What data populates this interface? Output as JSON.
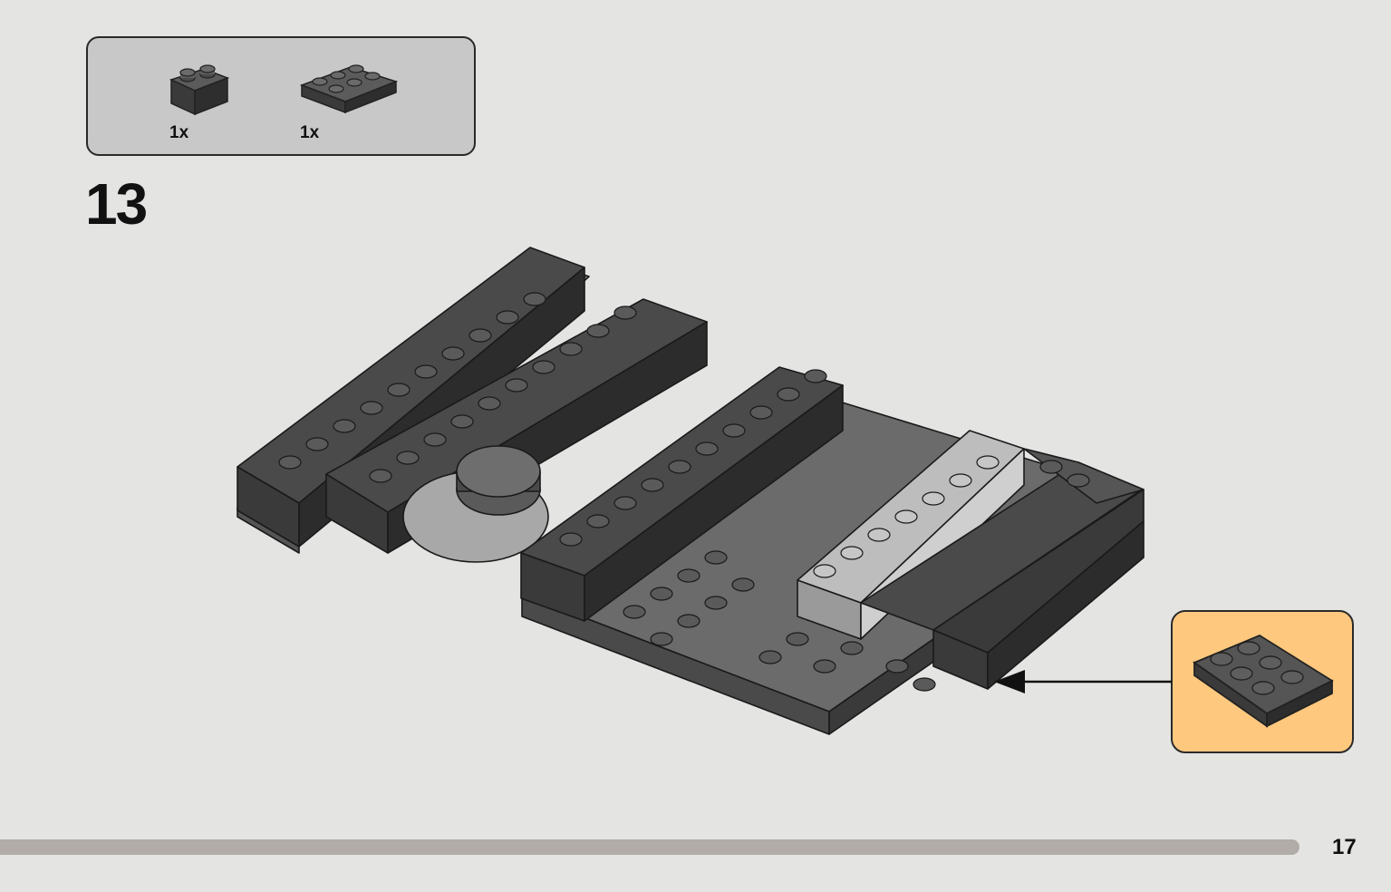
{
  "parts_list": {
    "items": [
      {
        "name": "brick-1x2",
        "qty": "1x"
      },
      {
        "name": "plate-2x3",
        "qty": "1x"
      }
    ]
  },
  "step": {
    "number": "13"
  },
  "callout": {
    "part": "plate-2x3"
  },
  "footer": {
    "page_number": "17"
  },
  "colors": {
    "background": "#e4e4e3",
    "parts_box": "#c8c8c8",
    "callout_bg": "#fec97f",
    "dark_gray": "#3f3f3f",
    "medium_gray": "#5a5a5a",
    "light_gray": "#b9b9b9",
    "progress": "#b1aca7"
  }
}
